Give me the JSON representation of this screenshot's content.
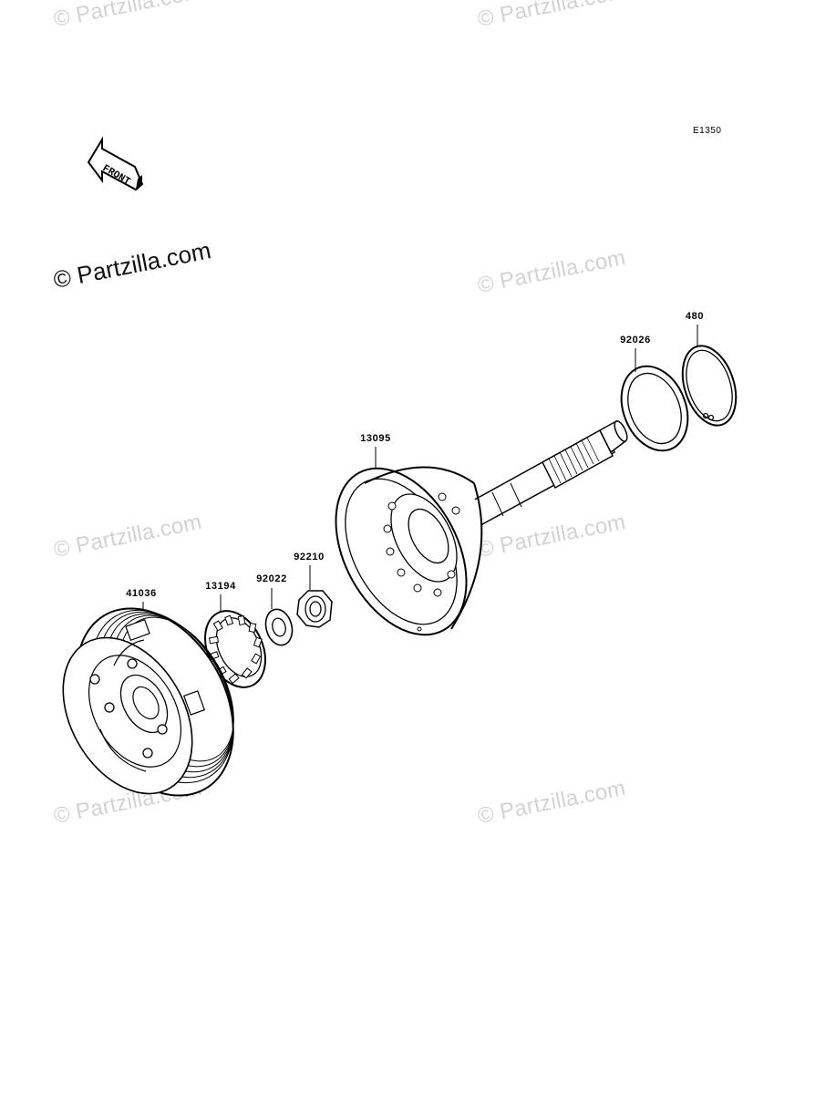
{
  "diagram_code": "E1350",
  "front_arrow_text": "FRONT",
  "watermark_text": "© Partzilla.com",
  "parts": [
    {
      "key": "41036",
      "label": "41036"
    },
    {
      "key": "13194",
      "label": "13194"
    },
    {
      "key": "92022",
      "label": "92022"
    },
    {
      "key": "92210",
      "label": "92210"
    },
    {
      "key": "13095",
      "label": "13095"
    },
    {
      "key": "92026",
      "label": "92026"
    },
    {
      "key": "480",
      "label": "480"
    }
  ]
}
